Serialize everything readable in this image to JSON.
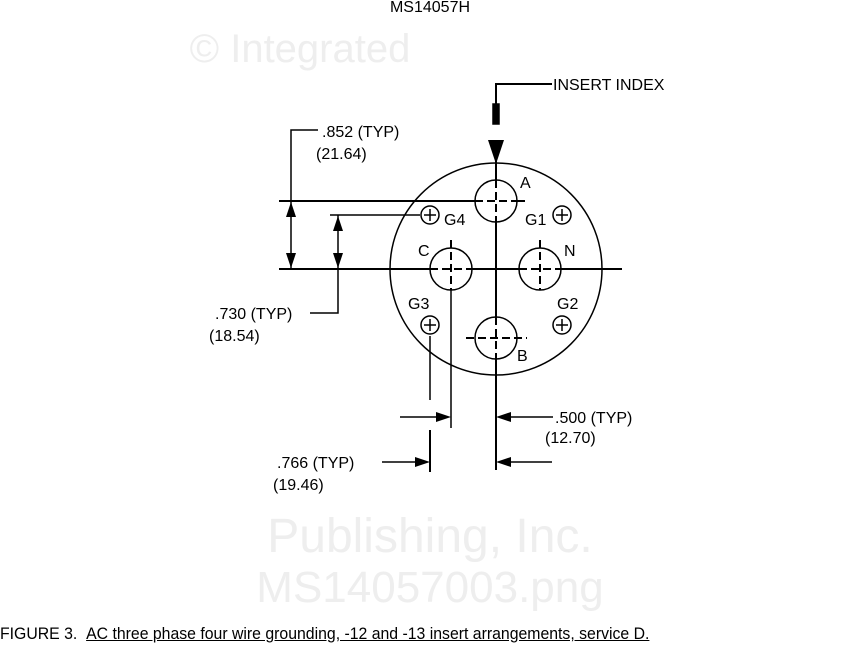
{
  "header": {
    "doc_number": "MS14057H"
  },
  "watermark": {
    "line1": "© Integrated",
    "line2": "Publishing, Inc.",
    "line3": "MS14057003.png"
  },
  "labels": {
    "insert_index": "INSERT INDEX",
    "contacts": {
      "A": "A",
      "B": "B",
      "C": "C",
      "N": "N",
      "G1": "G1",
      "G2": "G2",
      "G3": "G3",
      "G4": "G4"
    }
  },
  "dimensions": {
    "d852": {
      "inch": ".852 (TYP)",
      "mm": "(21.64)"
    },
    "d730": {
      "inch": ".730 (TYP)",
      "mm": "(18.54)"
    },
    "d500": {
      "inch": ".500 (TYP)",
      "mm": "(12.70)"
    },
    "d766": {
      "inch": ".766 (TYP)",
      "mm": "(19.46)"
    }
  },
  "caption": {
    "prefix": "FIGURE 3.",
    "text": "AC three phase four wire grounding, -12 and -13 insert arrangements, service D."
  }
}
